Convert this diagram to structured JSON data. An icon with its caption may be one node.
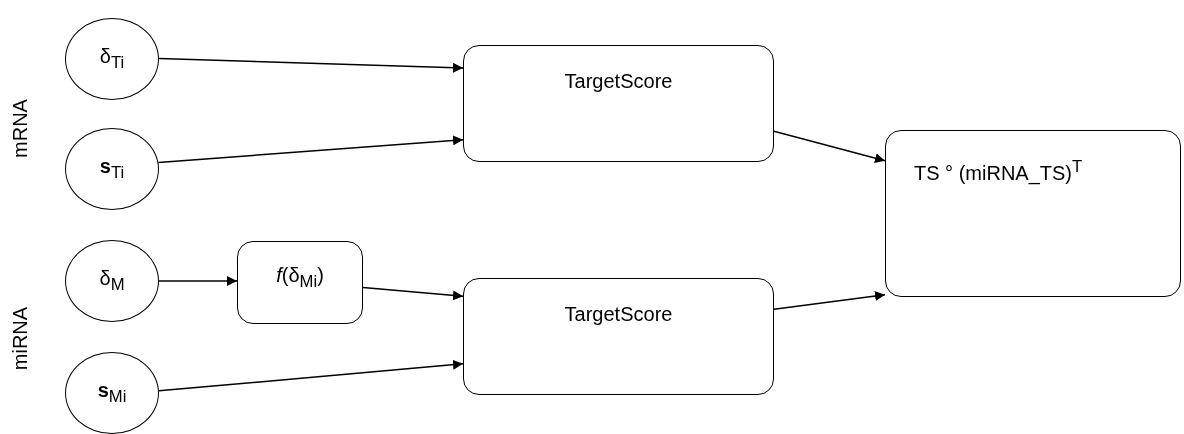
{
  "diagram": {
    "nodes": [
      {
        "text": [
          "δ$_{Ti}$"
        ]
      },
      {
        "text": [
          "**s**$_{Ti}$"
        ]
      },
      {
        "text": [
          "δ$_{M}$"
        ]
      },
      {
        "text": [
          "**s**$_{Mi}$"
        ]
      },
      {
        "text": [
          "*f*(δ$_{Mi}$)"
        ]
      },
      {
        "text": [
          "TargetScore"
        ]
      },
      {
        "text": [
          "TargetScore"
        ]
      },
      {
        "text": [
          "TS ° (miRNA_TS)$^{T}$"
        ]
      }
    ],
    "edges": [
      {
        "from": 0,
        "to": 5,
        "arrow": "to"
      },
      {
        "from": 1,
        "to": 5,
        "arrow": "to"
      },
      {
        "from": 2,
        "to": 4,
        "arrow": "to"
      },
      {
        "from": 4,
        "to": 6,
        "arrow": "to"
      },
      {
        "from": 3,
        "to": 6,
        "arrow": "to"
      },
      {
        "from": 5,
        "to": 7,
        "arrow": "to"
      },
      {
        "from": 6,
        "to": 7,
        "arrow": "to"
      }
    ],
    "labels": [
      "mRNA",
      "miRNA"
    ]
  }
}
